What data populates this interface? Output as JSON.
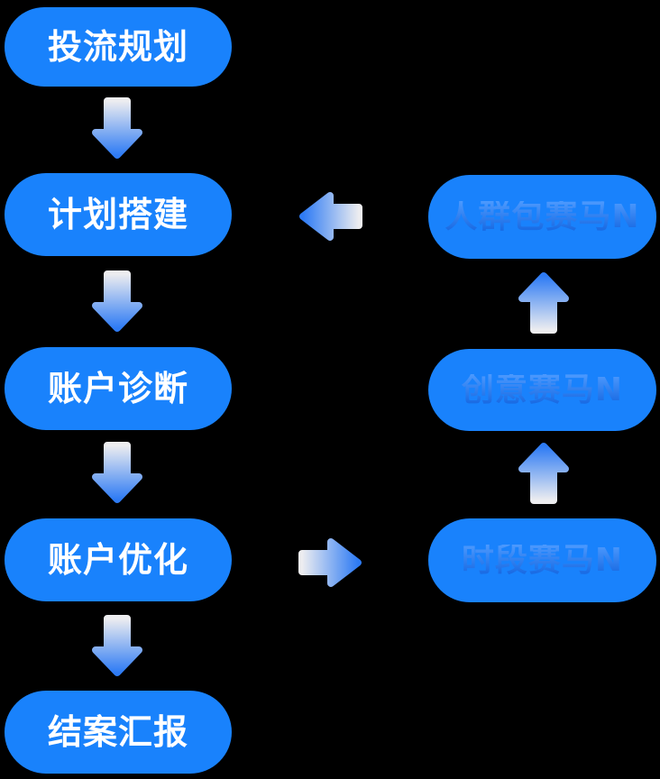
{
  "background_color": "#000000",
  "colors": {
    "background": "#000000",
    "pill": "#1982FC",
    "main_text": "#FFFFFF",
    "race_text_top": "#4D9AFE",
    "race_text_bottom": "#1365E0",
    "arrow_tail": "#EDEDF0",
    "arrow_head": "#2E7BF4"
  },
  "main_flow": {
    "steps": [
      {
        "label": "投流规划"
      },
      {
        "label": "计划搭建"
      },
      {
        "label": "账户诊断"
      },
      {
        "label": "账户优化"
      },
      {
        "label": "结案汇报"
      }
    ]
  },
  "race_flow": {
    "steps": [
      {
        "label": "人群包赛马N"
      },
      {
        "label": "创意赛马N"
      },
      {
        "label": "时段赛马N"
      }
    ]
  },
  "connections": [
    {
      "from": "投流规划",
      "to": "计划搭建",
      "direction": "down"
    },
    {
      "from": "计划搭建",
      "to": "账户诊断",
      "direction": "down"
    },
    {
      "from": "账户诊断",
      "to": "账户优化",
      "direction": "down"
    },
    {
      "from": "账户优化",
      "to": "结案汇报",
      "direction": "down"
    },
    {
      "from": "账户优化",
      "to": "时段赛马N",
      "direction": "right"
    },
    {
      "from": "时段赛马N",
      "to": "创意赛马N",
      "direction": "up"
    },
    {
      "from": "创意赛马N",
      "to": "人群包赛马N",
      "direction": "up"
    },
    {
      "from": "人群包赛马N",
      "to": "计划搭建",
      "direction": "left"
    }
  ]
}
